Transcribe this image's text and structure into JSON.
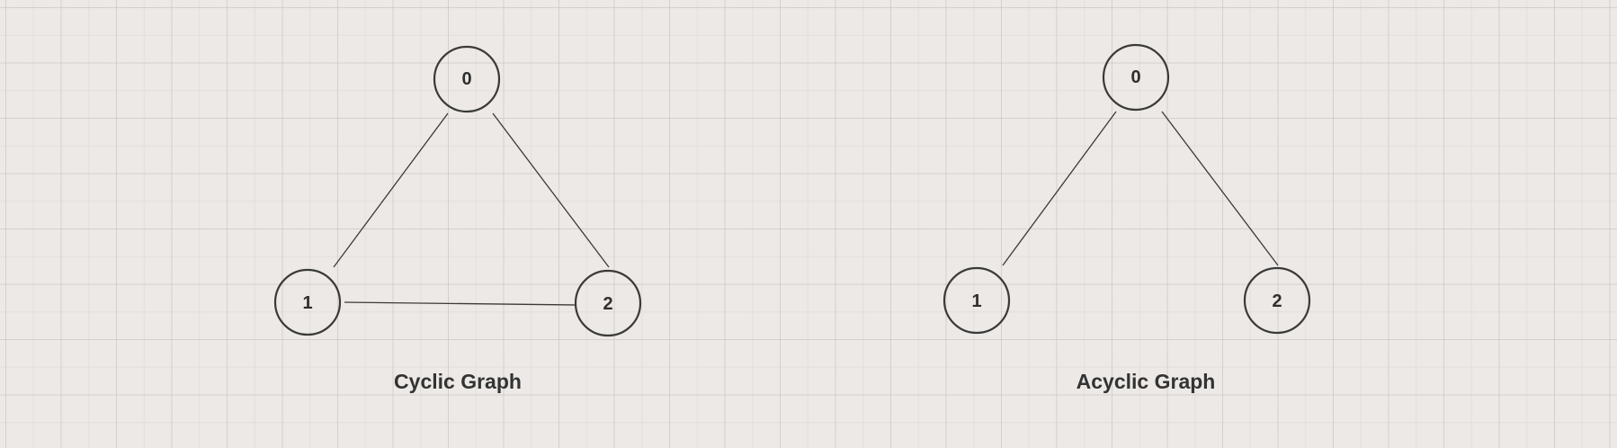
{
  "diagrams": [
    {
      "id": "cyclic",
      "caption": "Cyclic Graph",
      "nodes": [
        {
          "id": "c0",
          "label": "0"
        },
        {
          "id": "c1",
          "label": "1"
        },
        {
          "id": "c2",
          "label": "2"
        }
      ],
      "edges": [
        {
          "from": "c0",
          "to": "c1"
        },
        {
          "from": "c0",
          "to": "c2"
        },
        {
          "from": "c1",
          "to": "c2"
        }
      ]
    },
    {
      "id": "acyclic",
      "caption": "Acyclic Graph",
      "nodes": [
        {
          "id": "a0",
          "label": "0"
        },
        {
          "id": "a1",
          "label": "1"
        },
        {
          "id": "a2",
          "label": "2"
        }
      ],
      "edges": [
        {
          "from": "a0",
          "to": "a1"
        },
        {
          "from": "a0",
          "to": "a2"
        }
      ]
    }
  ],
  "colors": {
    "background": "#ece9e6",
    "stroke": "#3a3a3a",
    "text": "#2f2f2f"
  }
}
